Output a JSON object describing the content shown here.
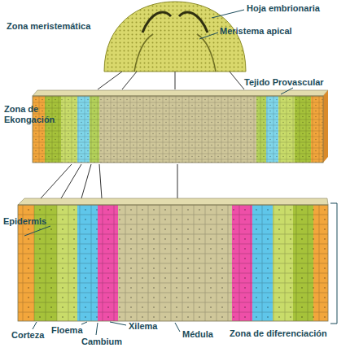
{
  "diagram": {
    "labels": [
      "Zona meristemática",
      "Hoja embrionaria",
      "Meristema apical",
      "Tejido Provascular",
      "Zona de Ekongación",
      "Epidermis",
      "Corteza",
      "Floema",
      "Cambium",
      "Xilema",
      "Médula",
      "Zona de diferenciación"
    ]
  }
}
